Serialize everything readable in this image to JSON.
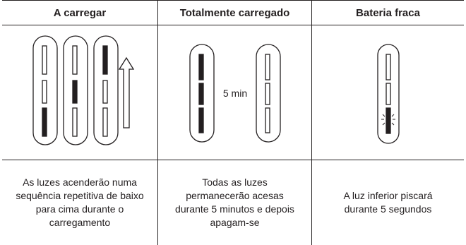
{
  "header": {
    "col1": "A carregar",
    "col2": "Totalmente carregado",
    "col3": "Bateria fraca"
  },
  "images": {
    "duration_label": "5 min",
    "icons": [
      "battery-indicator-icon",
      "arrow-up-icon",
      "blink-icon"
    ]
  },
  "descriptions": {
    "col1": "As luzes acenderão numa sequência repetitiva de baixo para cima durante o carregamento",
    "col2": "Todas as luzes permanecerão acesas durante 5 minutos e depois apagam-se",
    "col3": "A luz inferior piscará durante 5 segundos"
  }
}
